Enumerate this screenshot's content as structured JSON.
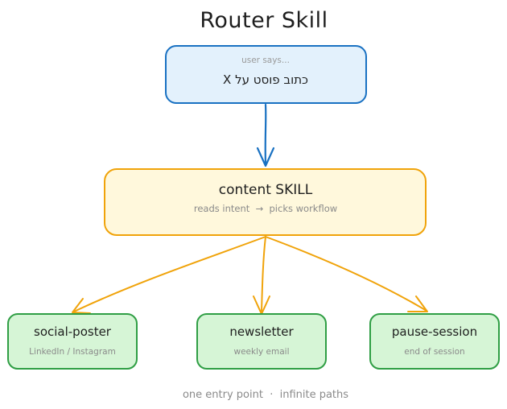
{
  "title": "Router Skill",
  "input_node": {
    "hint": "user says...",
    "text": "כתוב פוסט על X"
  },
  "router_node": {
    "title": "content SKILL",
    "subtitle": "reads intent  →  picks workflow"
  },
  "workflows": [
    {
      "title": "social-poster",
      "subtitle": "LinkedIn / Instagram"
    },
    {
      "title": "newsletter",
      "subtitle": "weekly email"
    },
    {
      "title": "pause-session",
      "subtitle": "end of session"
    }
  ],
  "footer": "one entry point  ·  infinite paths",
  "colors": {
    "input_fill": "#e3f1fc",
    "input_stroke": "#1971c2",
    "router_fill": "#fff8dc",
    "router_stroke": "#f0a30a",
    "workflow_fill": "#d6f5d6",
    "workflow_stroke": "#2f9e44",
    "arrow_blue": "#1971c2",
    "arrow_orange": "#f0a30a"
  }
}
